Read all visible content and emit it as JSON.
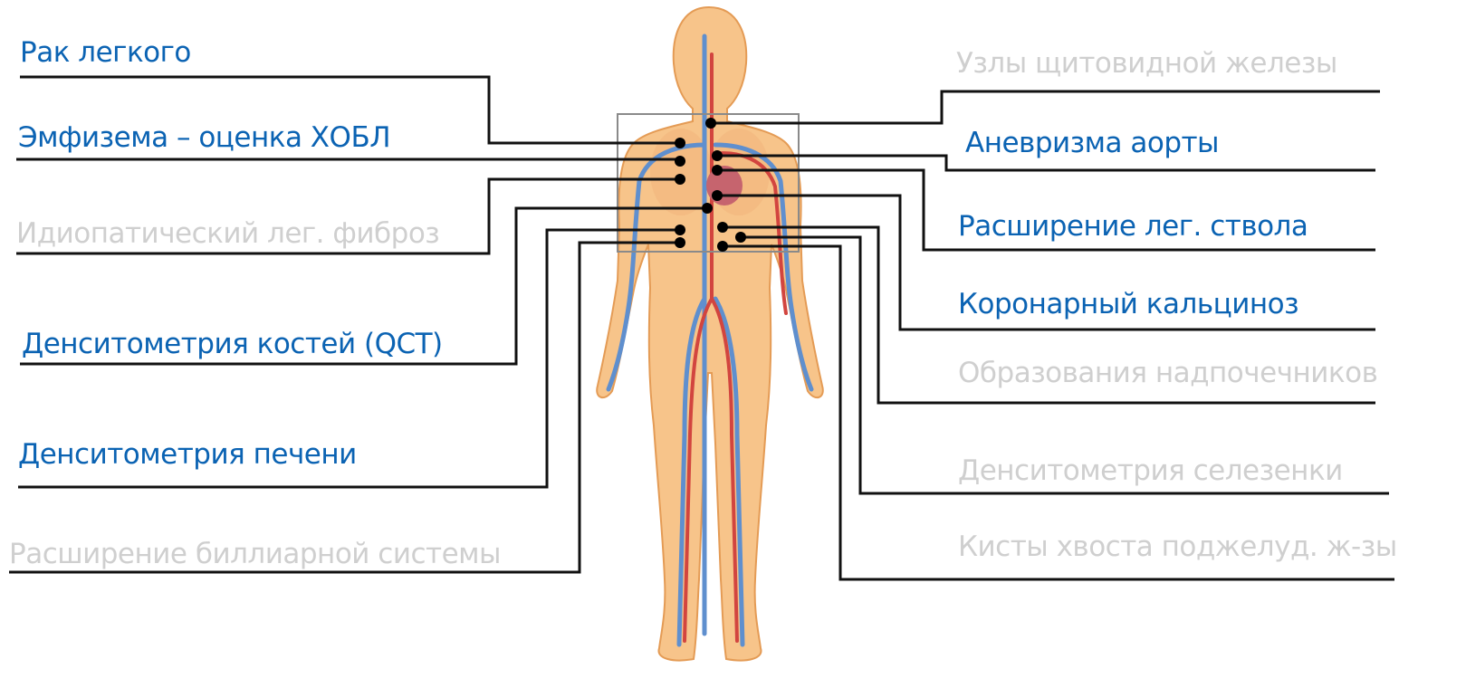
{
  "colors": {
    "active": "#0b63b3",
    "inactive": "#cfcfcf",
    "leader": "#111111",
    "body": "#f7c48a",
    "body_edge": "#e49b55",
    "artery": "#d2453f",
    "vein": "#5f8fce",
    "heart": "#c6646e"
  },
  "left_labels": [
    {
      "text": "Рак легкого",
      "state": "active"
    },
    {
      "text": "Эмфизема – оценка ХОБЛ",
      "state": "active"
    },
    {
      "text": "Идиопатический лег. фиброз",
      "state": "inactive"
    },
    {
      "text": "Денситометрия костей (QCT)",
      "state": "active"
    },
    {
      "text": "Денситометрия печени",
      "state": "active"
    },
    {
      "text": "Расширение биллиарной системы",
      "state": "inactive"
    }
  ],
  "right_labels": [
    {
      "text": "Узлы щитовидной железы",
      "state": "inactive"
    },
    {
      "text": "Аневризма аорты",
      "state": "active"
    },
    {
      "text": "Расширение лег. ствола",
      "state": "active"
    },
    {
      "text": "Коронарный кальциноз",
      "state": "active"
    },
    {
      "text": "Образования надпочечников",
      "state": "inactive"
    },
    {
      "text": "Денситометрия селезенки",
      "state": "inactive"
    },
    {
      "text": "Кисты хвоста поджелуд. ж-зы",
      "state": "inactive"
    }
  ]
}
